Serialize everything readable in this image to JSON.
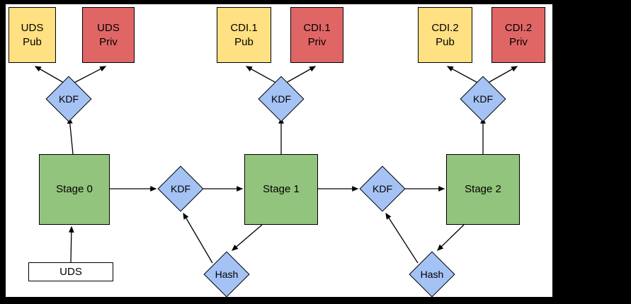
{
  "page": {
    "background": "#000000",
    "canvas_background": "#ffffff"
  },
  "colors": {
    "public_key_fill": "#FFE082",
    "private_key_fill": "#E06666",
    "stage_fill": "#93C47D",
    "operation_fill": "#A4C2F4",
    "secret_fill": "#FFFFFF",
    "outline": "#000000"
  },
  "key_boxes": [
    {
      "label": "UDS\nPub",
      "kind": "public"
    },
    {
      "label": "UDS\nPriv",
      "kind": "private"
    },
    {
      "label": "CDI.1\nPub",
      "kind": "public"
    },
    {
      "label": "CDI.1\nPriv",
      "kind": "private"
    },
    {
      "label": "CDI.2\nPub",
      "kind": "public"
    },
    {
      "label": "CDI.2\nPriv",
      "kind": "private"
    }
  ],
  "kdf_top": [
    {
      "label": "KDF"
    },
    {
      "label": "KDF"
    },
    {
      "label": "KDF"
    }
  ],
  "stages": [
    {
      "label": "Stage 0"
    },
    {
      "label": "Stage 1"
    },
    {
      "label": "Stage 2"
    }
  ],
  "kdf_mid": [
    {
      "label": "KDF"
    },
    {
      "label": "KDF"
    }
  ],
  "uds": {
    "label": "UDS"
  },
  "hash_nodes": [
    {
      "label": "Hash"
    },
    {
      "label": "Hash"
    }
  ]
}
